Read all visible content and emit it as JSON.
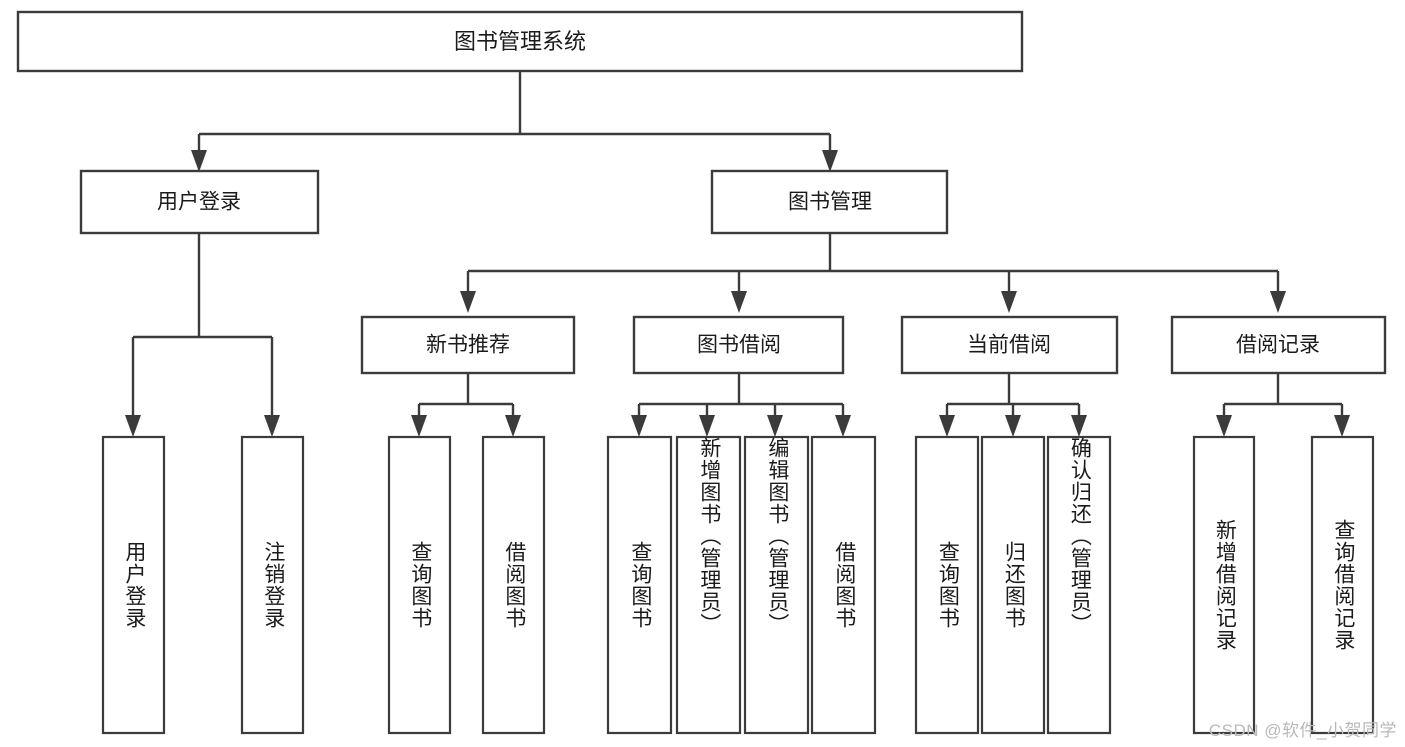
{
  "diagram": {
    "type": "tree-hierarchy-chart",
    "title": "图书管理系统",
    "watermark": "CSDN @软件_小贺同学",
    "colors": {
      "stroke": "#3b3b3b",
      "fill": "#ffffff",
      "text": "#1b1b1b",
      "watermark": "#b9b9b9"
    },
    "root": {
      "label": "图书管理系统"
    },
    "level2": [
      {
        "label": "用户登录"
      },
      {
        "label": "图书管理"
      }
    ],
    "level3": [
      {
        "label": "新书推荐"
      },
      {
        "label": "图书借阅"
      },
      {
        "label": "当前借阅"
      },
      {
        "label": "借阅记录"
      }
    ],
    "leaves": {
      "user_login": [
        {
          "label": "用户登录"
        },
        {
          "label": "注销登录"
        }
      ],
      "new_book_recommend": [
        {
          "label": "查询图书"
        },
        {
          "label": "借阅图书"
        }
      ],
      "book_borrow": [
        {
          "label": "查询图书"
        },
        {
          "label": "新增图书（管理员）"
        },
        {
          "label": "编辑图书（管理员）"
        },
        {
          "label": "借阅图书"
        }
      ],
      "current_borrow": [
        {
          "label": "查询图书"
        },
        {
          "label": "归还图书"
        },
        {
          "label": "确认归还（管理员）"
        }
      ],
      "borrow_record": [
        {
          "label": "新增借阅记录"
        },
        {
          "label": "查询借阅记录"
        }
      ]
    }
  }
}
